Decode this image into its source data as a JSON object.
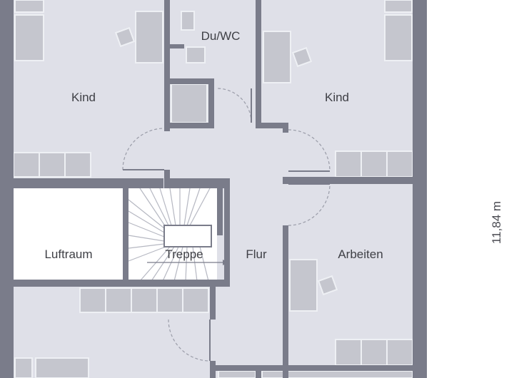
{
  "rooms": {
    "kind_left": "Kind",
    "du_wc": "Du/WC",
    "kind_right": "Kind",
    "luftraum": "Luftraum",
    "treppe": "Treppe",
    "flur": "Flur",
    "arbeiten": "Arbeiten"
  },
  "dimension": "11,84 m",
  "colors": {
    "wall": "#7a7c8a",
    "floor": "#dfe0e8",
    "furniture": "#c5c6ce",
    "void": "#ffffff",
    "text": "#3f4046"
  }
}
